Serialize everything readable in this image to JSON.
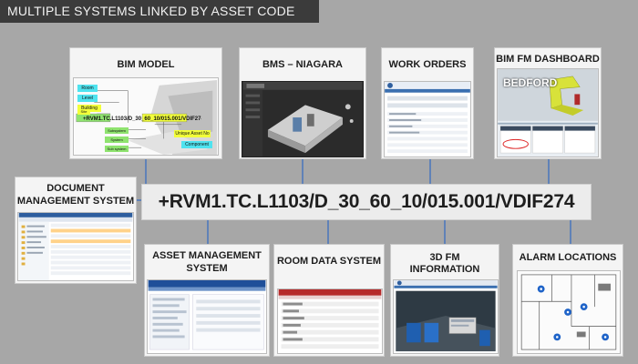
{
  "banner": {
    "title": "MULTIPLE SYSTEMS LINKED BY ASSET CODE"
  },
  "asset_code": "+RVM1.TC.L1103/D_30_60_10/015.001/VDIF274",
  "systems": {
    "bim_model": {
      "title": "BIM MODEL",
      "tags": [
        "Room",
        "Level",
        "Building",
        "Site",
        "Unique Asset No",
        "Component",
        "Subsystem",
        "System",
        "Sub system"
      ],
      "code_snippet": "+RVM1.TC.L1103/D_30_60_10/015.001/VDIF274"
    },
    "bms_niagara": {
      "title": "BMS – NIAGARA"
    },
    "work_orders": {
      "title": "WORK ORDERS"
    },
    "bim_fm_dashboard": {
      "title": "BIM FM DASHBOARD",
      "site_label": "BEDFORD"
    },
    "document_management": {
      "title_line1": "DOCUMENT",
      "title_line2": "MANAGEMENT SYSTEM"
    },
    "asset_management": {
      "title_line1": "ASSET MANAGEMENT",
      "title_line2": "SYSTEM"
    },
    "room_data": {
      "title": "ROOM DATA SYSTEM"
    },
    "fm_3d": {
      "title_line1": "3D FM",
      "title_line2": "INFORMATION"
    },
    "alarm_locations": {
      "title": "ALARM LOCATIONS"
    }
  },
  "colors": {
    "background": "#a7a7a7",
    "banner": "#3b3b3b",
    "connector": "#3a6fc0",
    "card": "#f4f4f4",
    "tag_green": "#8fe36f",
    "tag_yellow": "#f2ff3a",
    "tag_cyan": "#4fe3ef"
  }
}
